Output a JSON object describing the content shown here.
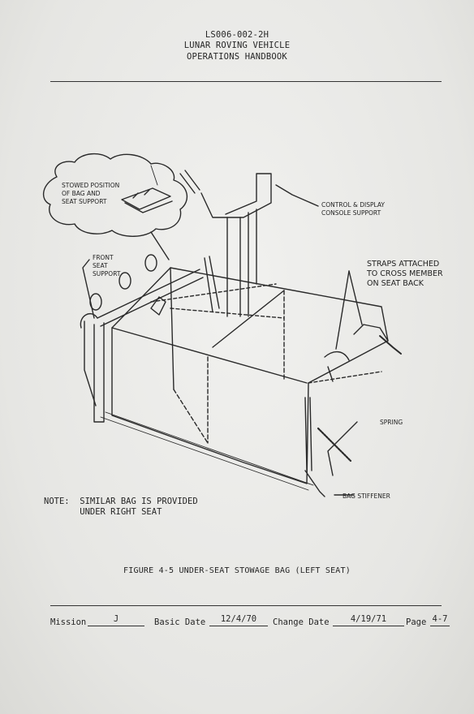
{
  "header": {
    "doc_number": "LS006-002-2H",
    "vehicle": "LUNAR ROVING VEHICLE",
    "handbook": "OPERATIONS HANDBOOK"
  },
  "callouts": {
    "stowed_1": "STOWED POSITION",
    "stowed_2": "OF BAG AND",
    "stowed_3": "SEAT SUPPORT",
    "control_1": "CONTROL & DISPLAY",
    "control_2": "CONSOLE SUPPORT",
    "front_1": "FRONT",
    "front_2": "SEAT",
    "front_3": "SUPPORT",
    "straps_1": "STRAPS ATTACHED",
    "straps_2": "TO CROSS MEMBER",
    "straps_3": "ON SEAT BACK",
    "spring": "SPRING",
    "stiffener": "BAG STIFFENER"
  },
  "note": {
    "line1": "NOTE:  SIMILAR BAG IS PROVIDED",
    "line2": "       UNDER RIGHT SEAT"
  },
  "caption": "FIGURE 4-5  UNDER-SEAT STOWAGE BAG (LEFT SEAT)",
  "footer": {
    "mission_label": "Mission",
    "mission_value": "J",
    "basic_date_label": "Basic Date",
    "basic_date_value": "12/4/70",
    "change_date_label": "Change Date",
    "change_date_value": "4/19/71",
    "page_label": "Page",
    "page_value": "4-7"
  }
}
